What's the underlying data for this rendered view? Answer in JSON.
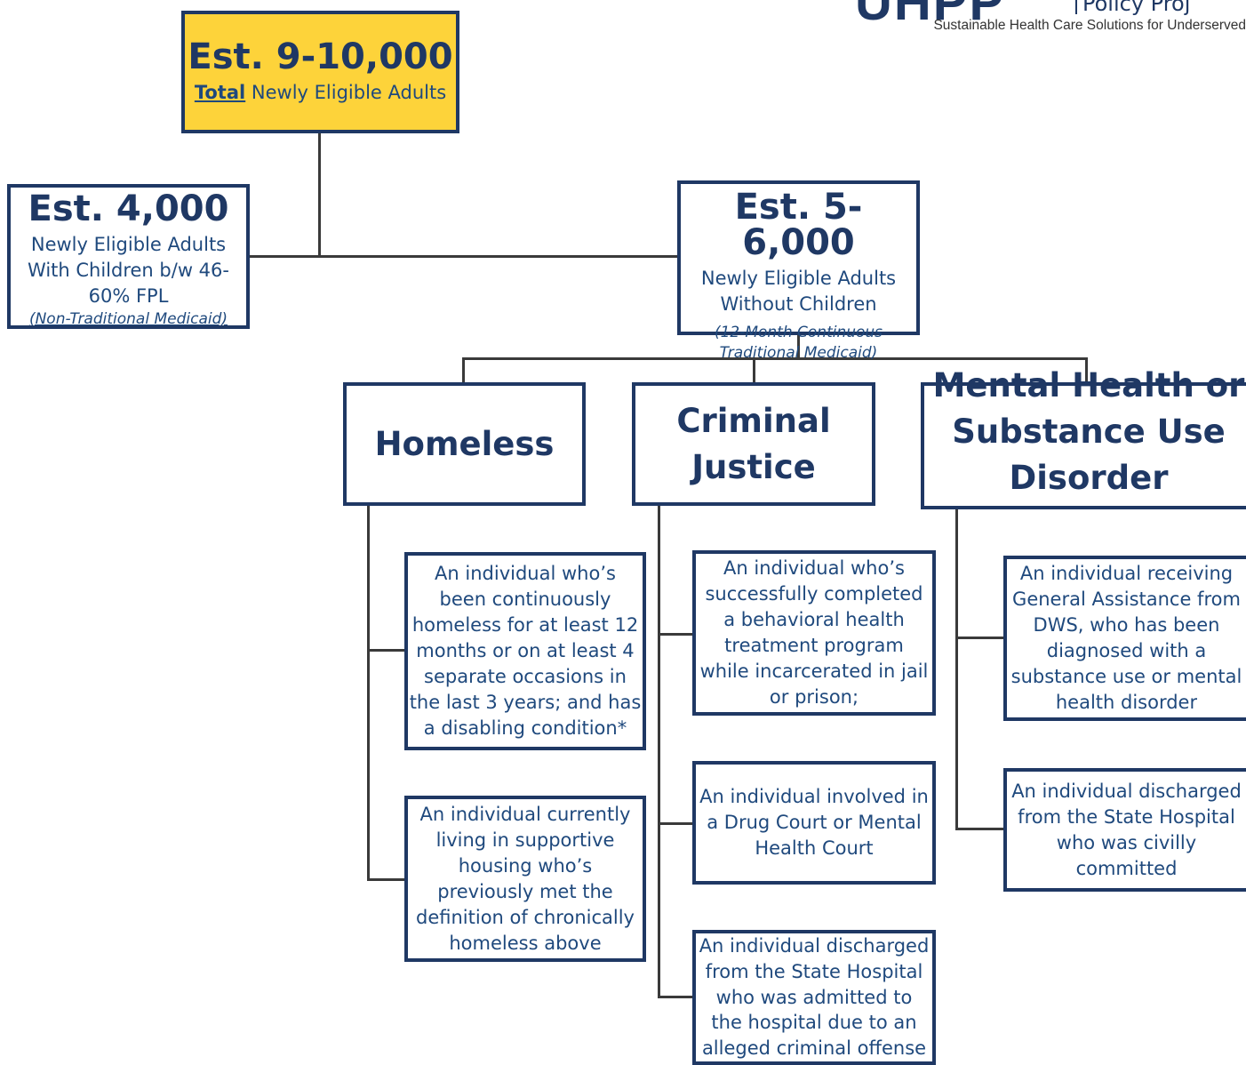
{
  "logo": {
    "mark": "UHPP",
    "name": "Policy Proj",
    "tagline": "Sustainable Health Care Solutions for Underserved"
  },
  "top": {
    "title": "Est. 9-10,000",
    "total_word": "Total",
    "rest": " Newly Eligible Adults"
  },
  "left": {
    "title": "Est. 4,000",
    "lines": [
      "Newly Eligible Adults",
      "With Children b/w 46-",
      "60% FPL"
    ],
    "note": "(Non-Traditional Medicaid)"
  },
  "right": {
    "title": "Est. 5-6,000",
    "lines": [
      "Newly Eligible Adults",
      "Without Children"
    ],
    "note": [
      "(12-Month Continuous",
      "Traditional Medicaid)"
    ]
  },
  "categories": {
    "homeless": [
      "Homeless"
    ],
    "criminal": [
      "Criminal",
      "Justice"
    ],
    "mental": [
      "Mental Health or",
      "Substance Use",
      "Disorder"
    ]
  },
  "homeless_items": [
    [
      "An individual who’s",
      "been continuously",
      "homeless for at least 12",
      "months or on at least 4",
      "separate occasions in",
      "the last 3 years; and has",
      "a disabling condition*"
    ],
    [
      "An individual currently",
      "living in supportive",
      "housing who’s",
      "previously met the",
      "definition of chronically",
      "homeless above"
    ]
  ],
  "criminal_items": [
    [
      "An individual who’s",
      "successfully completed",
      "a behavioral health",
      "treatment program",
      "while incarcerated in jail",
      "or prison;"
    ],
    [
      "An individual involved in",
      "a Drug Court or Mental",
      "Health Court"
    ],
    [
      "An individual discharged",
      "from the State Hospital",
      "who was admitted to",
      "the hospital due to an",
      "alleged criminal offense"
    ]
  ],
  "mental_items": [
    [
      "An individual receiving",
      "General Assistance from",
      "DWS, who has been",
      "diagnosed with a",
      "substance use or mental",
      "health disorder"
    ],
    [
      "An individual discharged",
      "from the State Hospital",
      "who was civilly",
      "committed"
    ]
  ],
  "colors": {
    "border": "#1f3864",
    "highlight": "#fdd33a",
    "connector": "#3a3a3a"
  }
}
